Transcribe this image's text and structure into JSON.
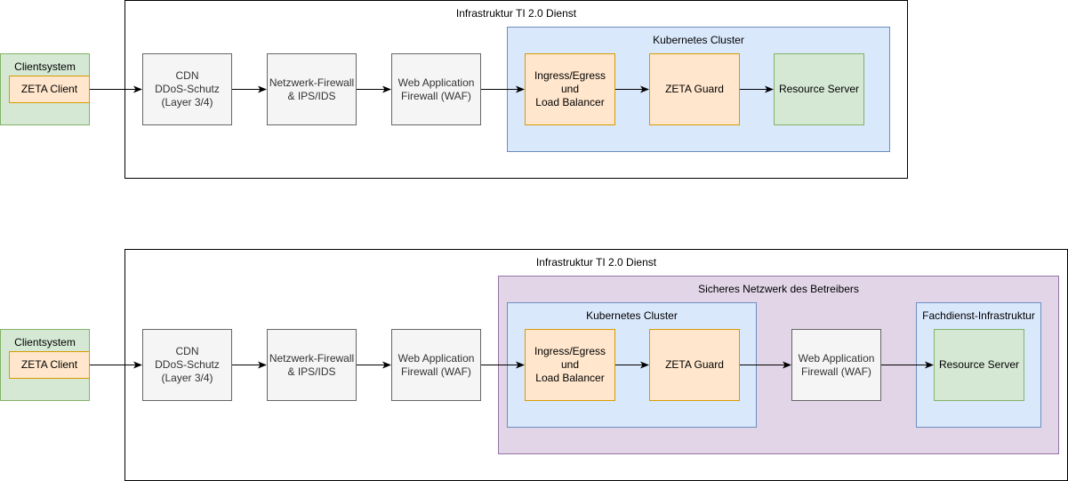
{
  "diagram1": {
    "infra_title": "Infrastruktur TI 2.0 Dienst",
    "client_system": "Clientsystem",
    "zeta_client": "ZETA Client",
    "cdn": "CDN\nDDoS-Schutz\n(Layer 3/4)",
    "firewall": "Netzwerk-Firewall\n& IPS/IDS",
    "waf": "Web Application\nFirewall (WAF)",
    "k8s_title": "Kubernetes Cluster",
    "ingress": "Ingress/Egress\nund\nLoad Balancer",
    "zeta_guard": "ZETA Guard",
    "resource_server": "Resource Server"
  },
  "diagram2": {
    "infra_title": "Infrastruktur TI 2.0 Dienst",
    "secure_net_title": "Sicheres Netzwerk des Betreibers",
    "client_system": "Clientsystem",
    "zeta_client": "ZETA Client",
    "cdn": "CDN\nDDoS-Schutz\n(Layer 3/4)",
    "firewall": "Netzwerk-Firewall\n& IPS/IDS",
    "waf": "Web Application\nFirewall (WAF)",
    "k8s_title": "Kubernetes Cluster",
    "ingress": "Ingress/Egress\nund\nLoad Balancer",
    "zeta_guard": "ZETA Guard",
    "waf_inner": "Web Application\nFirewall (WAF)",
    "fachdienst_title": "Fachdienst-Infrastruktur",
    "resource_server": "Resource Server"
  }
}
